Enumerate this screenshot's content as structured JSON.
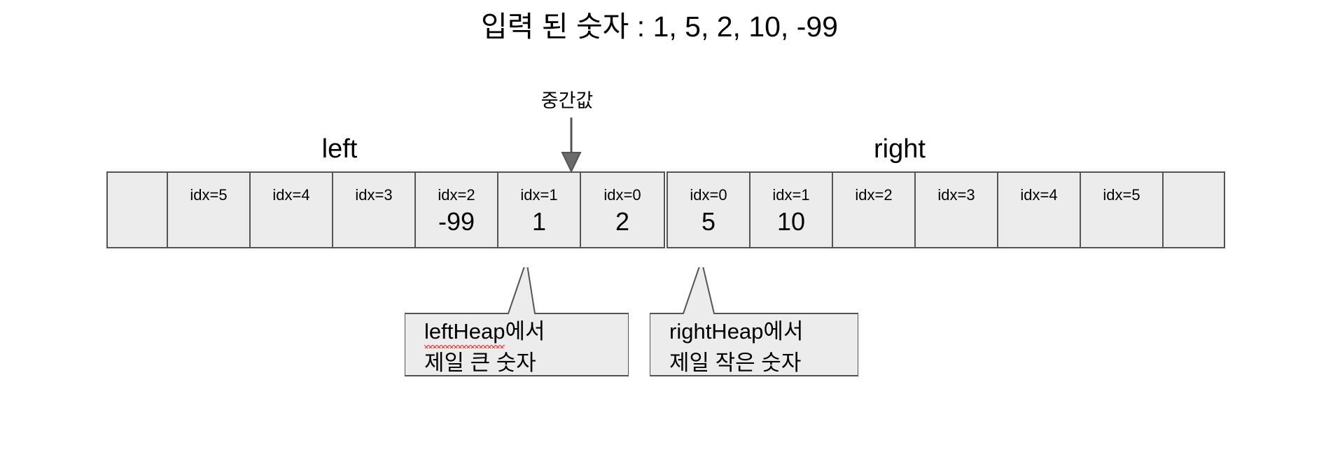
{
  "title": "입력 된 숫자 : 1, 5, 2, 10, -99",
  "median_pointer": {
    "label": "중간값",
    "icon": "arrow-down-icon",
    "color": "#545454"
  },
  "arrays": {
    "left": {
      "label": "left",
      "cells": [
        {
          "idx": "",
          "value": ""
        },
        {
          "idx": "idx=5",
          "value": ""
        },
        {
          "idx": "idx=4",
          "value": ""
        },
        {
          "idx": "idx=3",
          "value": ""
        },
        {
          "idx": "idx=2",
          "value": "-99"
        },
        {
          "idx": "idx=1",
          "value": "1"
        },
        {
          "idx": "idx=0",
          "value": "2"
        }
      ]
    },
    "right": {
      "label": "right",
      "cells": [
        {
          "idx": "idx=0",
          "value": "5"
        },
        {
          "idx": "idx=1",
          "value": "10"
        },
        {
          "idx": "idx=2",
          "value": ""
        },
        {
          "idx": "idx=3",
          "value": ""
        },
        {
          "idx": "idx=4",
          "value": ""
        },
        {
          "idx": "idx=5",
          "value": ""
        },
        {
          "idx": "",
          "value": ""
        }
      ]
    }
  },
  "callouts": {
    "left": {
      "line1_word": "leftHeap",
      "line1_rest": "에서",
      "line2": "제일 큰 숫자",
      "spellcheck_underline": true,
      "underline_color": "#e8342a"
    },
    "right": {
      "line1_word": "rightHeap",
      "line1_rest": "에서",
      "line2": "제일 작은 숫자",
      "spellcheck_underline": false,
      "underline_color": "#e8342a"
    }
  },
  "style": {
    "cell_fill": "#ececec",
    "stroke": "#545454",
    "text": "#000000",
    "background": "#ffffff"
  }
}
